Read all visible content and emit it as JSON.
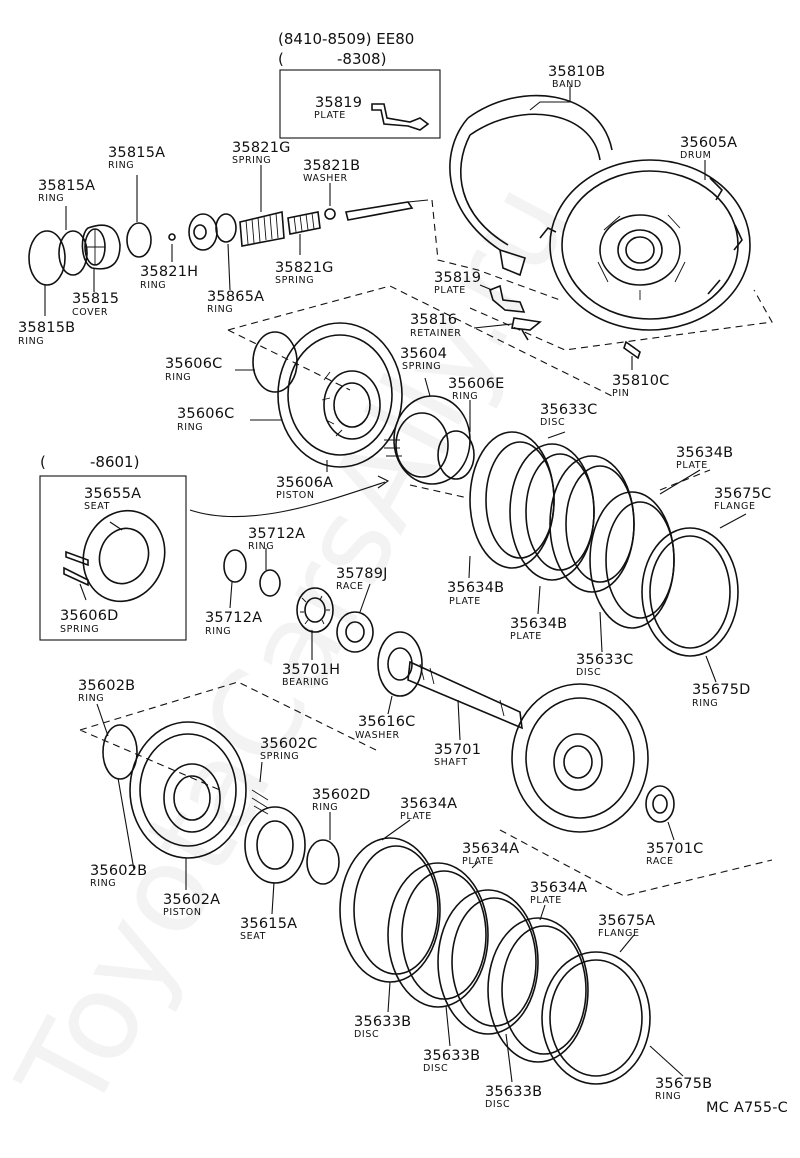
{
  "header": {
    "range1": "(8410-8509) EE80",
    "range2": "(",
    "range2b": "-8308)",
    "range3": "(",
    "range3b": "-8601)"
  },
  "watermark": "ToyotaCarsAlly.ru",
  "footer_code": "MC A755-C",
  "labels": [
    {
      "id": "35819-top",
      "part": "35819",
      "name": "PLATE"
    },
    {
      "id": "35810b",
      "part": "35810B",
      "name": "BAND"
    },
    {
      "id": "35605a",
      "part": "35605A",
      "name": "DRUM"
    },
    {
      "id": "35815a-1",
      "part": "35815A",
      "name": "RING"
    },
    {
      "id": "35815a-2",
      "part": "35815A",
      "name": "RING"
    },
    {
      "id": "35821g-1",
      "part": "35821G",
      "name": "SPRING"
    },
    {
      "id": "35821b",
      "part": "35821B",
      "name": "WASHER"
    },
    {
      "id": "35821h",
      "part": "35821H",
      "name": "RING"
    },
    {
      "id": "35821g-2",
      "part": "35821G",
      "name": "SPRING"
    },
    {
      "id": "35865a",
      "part": "35865A",
      "name": "RING"
    },
    {
      "id": "35815",
      "part": "35815",
      "name": "COVER"
    },
    {
      "id": "35815b",
      "part": "35815B",
      "name": "RING"
    },
    {
      "id": "35819-bot",
      "part": "35819",
      "name": "PLATE"
    },
    {
      "id": "35816",
      "part": "35816",
      "name": "RETAINER"
    },
    {
      "id": "35810c",
      "part": "35810C",
      "name": "PIN"
    },
    {
      "id": "35606c-1",
      "part": "35606C",
      "name": "RING"
    },
    {
      "id": "35604",
      "part": "35604",
      "name": "SPRING"
    },
    {
      "id": "35606e",
      "part": "35606E",
      "name": "RING"
    },
    {
      "id": "35606c-2",
      "part": "35606C",
      "name": "RING"
    },
    {
      "id": "35633c-1",
      "part": "35633C",
      "name": "DISC"
    },
    {
      "id": "35634b-1",
      "part": "35634B",
      "name": "PLATE"
    },
    {
      "id": "35606a",
      "part": "35606A",
      "name": "PISTON"
    },
    {
      "id": "35675c",
      "part": "35675C",
      "name": "FLANGE"
    },
    {
      "id": "35655a",
      "part": "35655A",
      "name": "SEAT"
    },
    {
      "id": "35606d",
      "part": "35606D",
      "name": "SPRING"
    },
    {
      "id": "35712a-1",
      "part": "35712A",
      "name": "RING"
    },
    {
      "id": "35789j",
      "part": "35789J",
      "name": "RACE"
    },
    {
      "id": "35712a-2",
      "part": "35712A",
      "name": "RING"
    },
    {
      "id": "35634b-2",
      "part": "35634B",
      "name": "PLATE"
    },
    {
      "id": "35634b-3",
      "part": "35634B",
      "name": "PLATE"
    },
    {
      "id": "35633c-2",
      "part": "35633C",
      "name": "DISC"
    },
    {
      "id": "35701h",
      "part": "35701H",
      "name": "BEARING"
    },
    {
      "id": "35675d",
      "part": "35675D",
      "name": "RING"
    },
    {
      "id": "35602b-1",
      "part": "35602B",
      "name": "RING"
    },
    {
      "id": "35616c",
      "part": "35616C",
      "name": "WASHER"
    },
    {
      "id": "35701",
      "part": "35701",
      "name": "SHAFT"
    },
    {
      "id": "35602c",
      "part": "35602C",
      "name": "SPRING"
    },
    {
      "id": "35602d",
      "part": "35602D",
      "name": "RING"
    },
    {
      "id": "35634a-1",
      "part": "35634A",
      "name": "PLATE"
    },
    {
      "id": "35701c",
      "part": "35701C",
      "name": "RACE"
    },
    {
      "id": "35634a-2",
      "part": "35634A",
      "name": "PLATE"
    },
    {
      "id": "35602b-2",
      "part": "35602B",
      "name": "RING"
    },
    {
      "id": "35602a",
      "part": "35602A",
      "name": "PISTON"
    },
    {
      "id": "35634a-3",
      "part": "35634A",
      "name": "PLATE"
    },
    {
      "id": "35615a",
      "part": "35615A",
      "name": "SEAT"
    },
    {
      "id": "35675a",
      "part": "35675A",
      "name": "FLANGE"
    },
    {
      "id": "35633b-1",
      "part": "35633B",
      "name": "DISC"
    },
    {
      "id": "35633b-2",
      "part": "35633B",
      "name": "DISC"
    },
    {
      "id": "35633b-3",
      "part": "35633B",
      "name": "DISC"
    },
    {
      "id": "35675b",
      "part": "35675B",
      "name": "RING"
    }
  ]
}
